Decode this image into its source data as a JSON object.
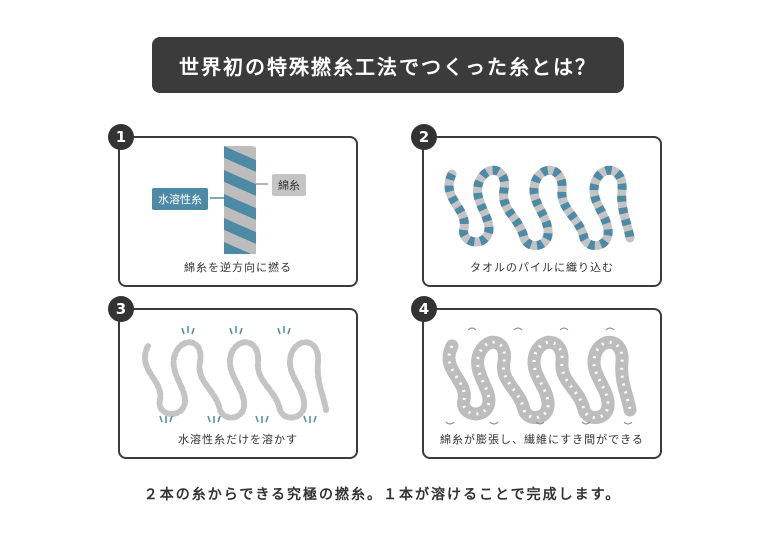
{
  "title": "世界初の特殊撚糸工法でつくった糸とは？",
  "steps": [
    {
      "number": "1",
      "caption": "綿糸を逆方向に撚る",
      "label_water_soluble": "水溶性糸",
      "label_cotton": "綿糸"
    },
    {
      "number": "2",
      "caption": "タオルのパイルに織り込む"
    },
    {
      "number": "3",
      "caption": "水溶性糸だけを溶かす"
    },
    {
      "number": "4",
      "caption": "綿糸が膨張し、繊維にすき間ができる"
    }
  ],
  "footer": "２本の糸からできる究極の撚糸。１本が溶けることで完成します。",
  "colors": {
    "dark": "#3b3b3b",
    "blue": "#4d8aa6",
    "gray": "#c4c4c4",
    "light_gray": "#d9d9d9"
  }
}
